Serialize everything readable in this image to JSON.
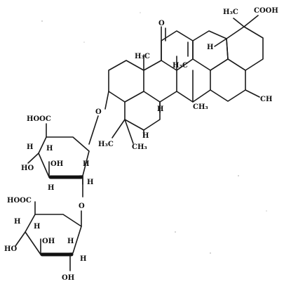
{
  "labels": {
    "h3c_top": "H₃C",
    "cooh_top": "COOH",
    "h_e": "H",
    "ch3_right": "CH",
    "o_ketone": "O",
    "h3c_c": "H₃C",
    "h3c_d": "H₃C",
    "ch3_d": "CH₃",
    "h_c": "H",
    "o_link": "O",
    "h3c_a": "H₃C",
    "ch3_a": "CH₃",
    "h_a": "H",
    "hooc_1": "HOOC",
    "h_1a": "H",
    "h_1b": "H",
    "ho_1": "HO",
    "oh_1": "OH",
    "h_1c": "H",
    "h_1d": "H",
    "h_1e": "H",
    "o_1_2": "O",
    "hooc_2": "HOOC",
    "h_2a": "H",
    "h_2b": "H",
    "oh_2": "OH",
    "ho_2": "HO",
    "h_2c": "H",
    "h_2d": "H",
    "oh_2b": "OH"
  }
}
